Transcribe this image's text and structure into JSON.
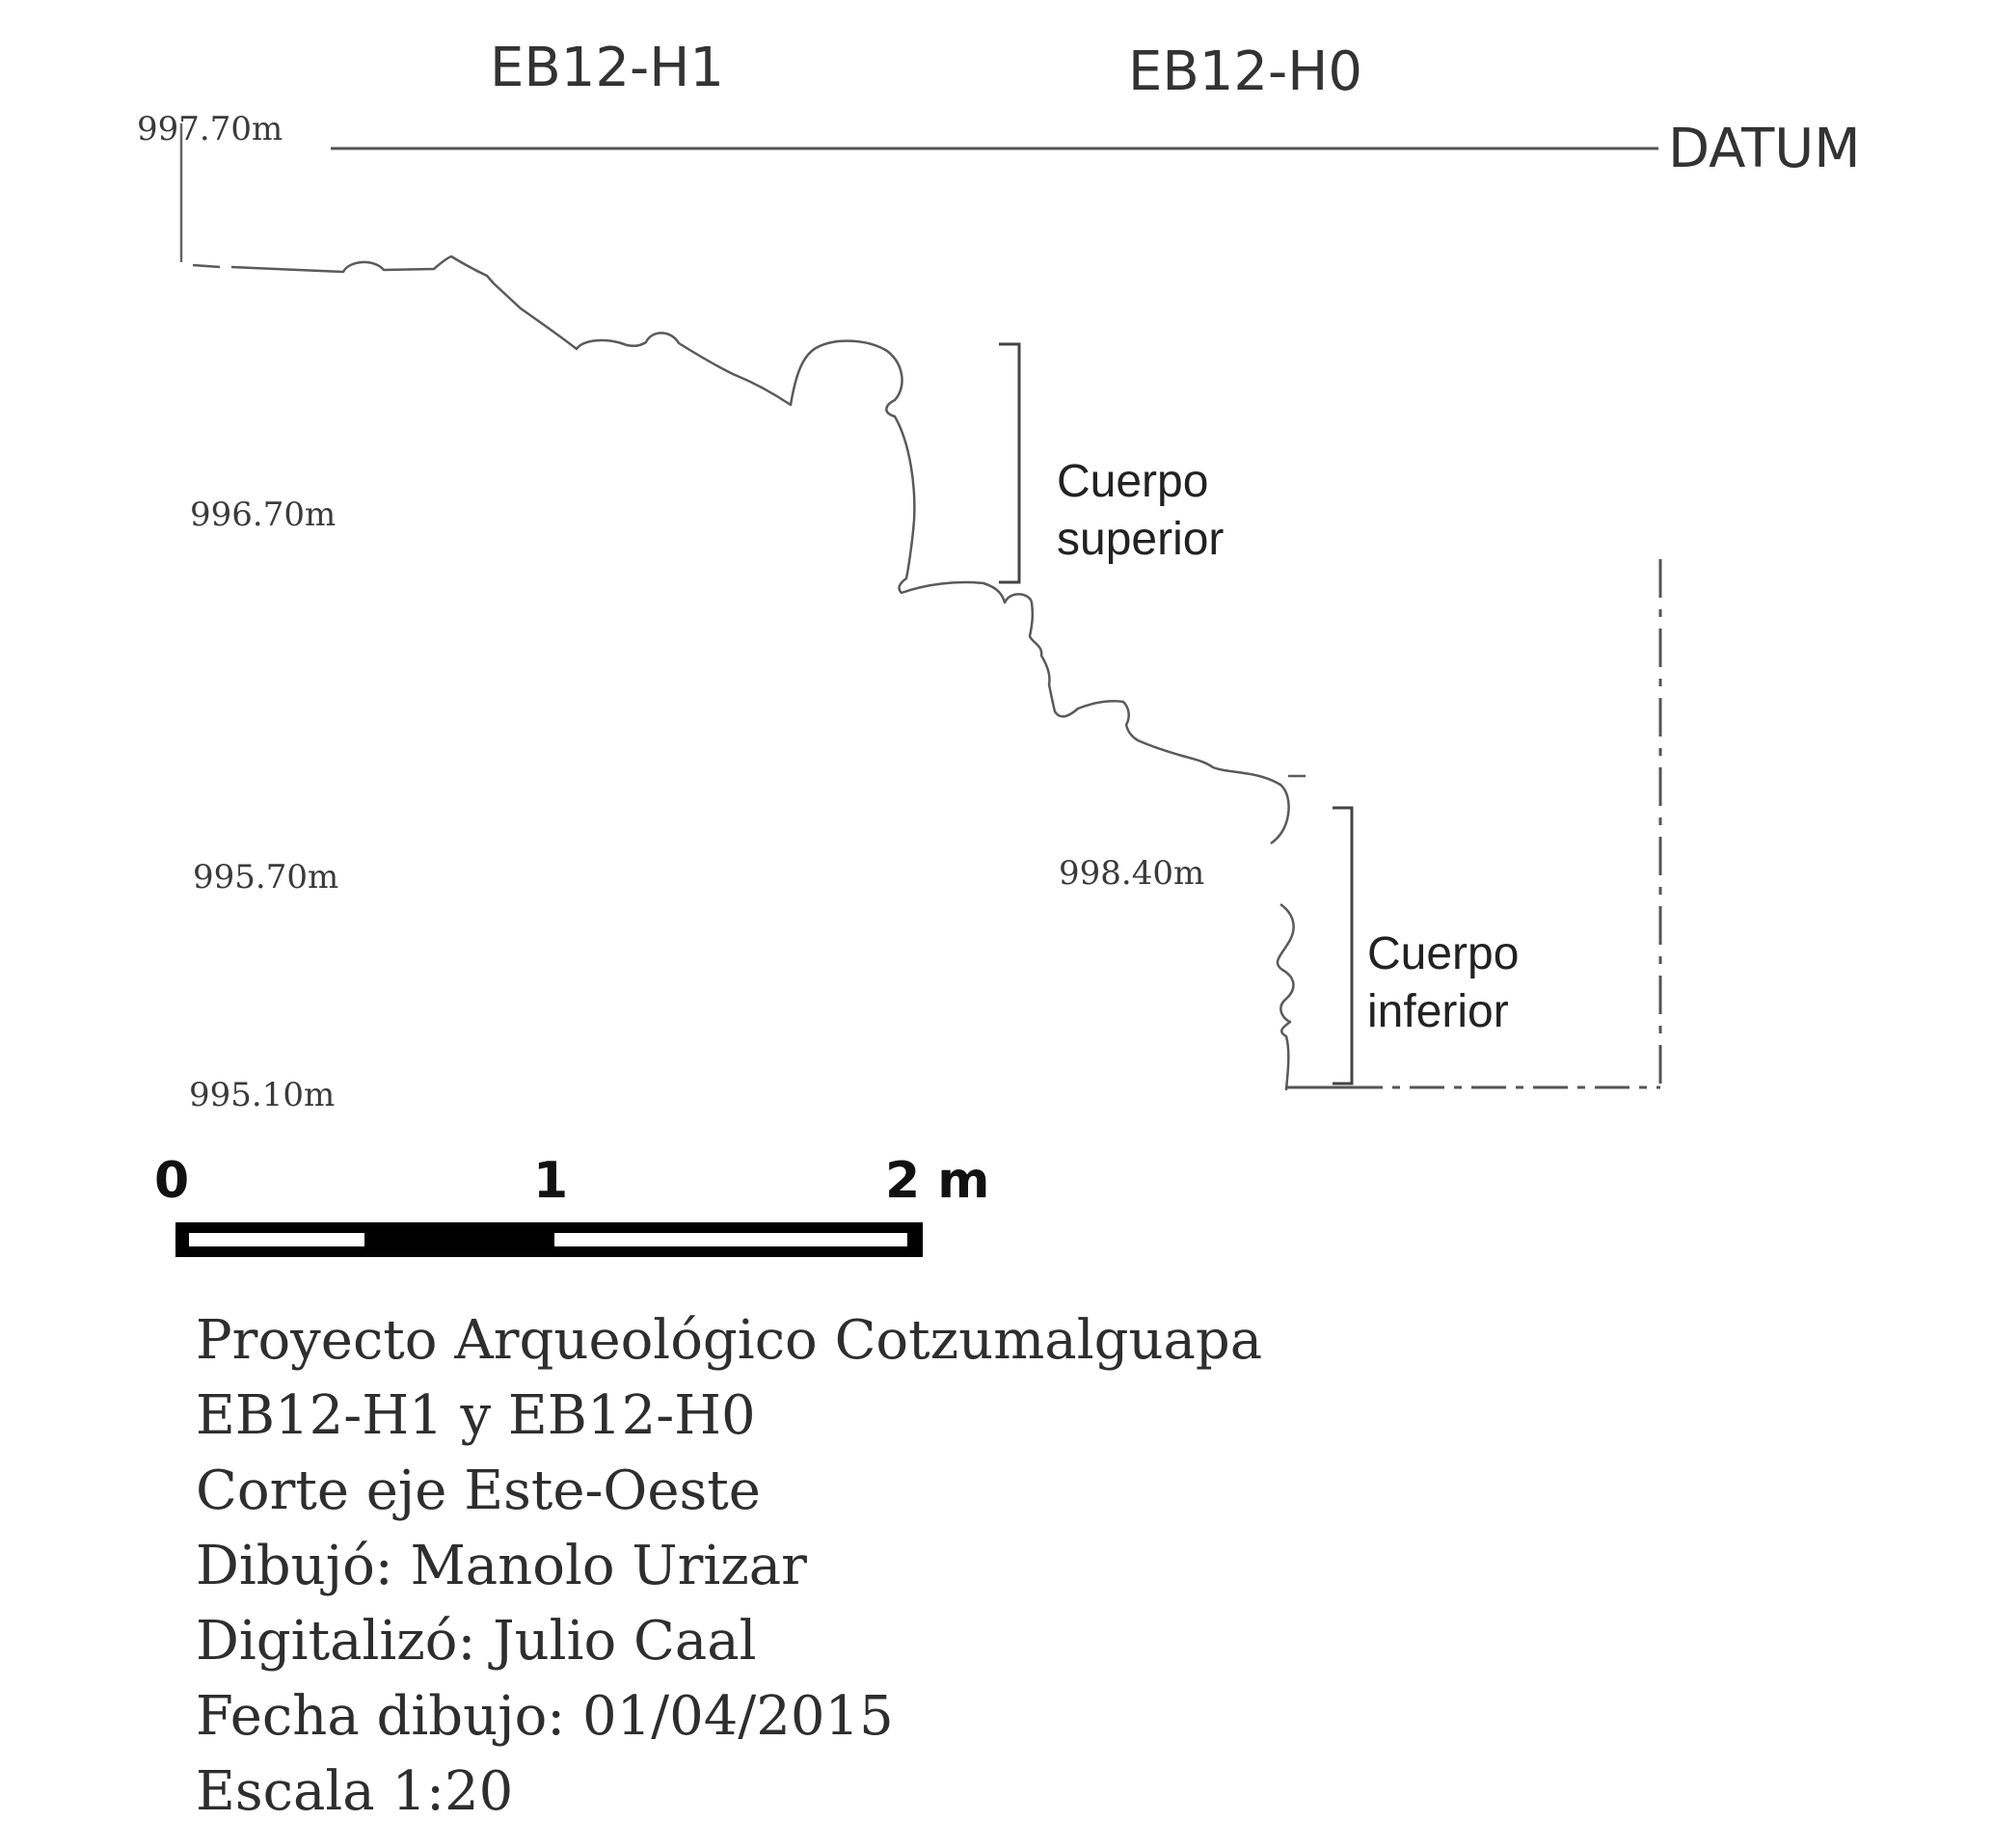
{
  "sections": [
    "EB12-H1",
    "EB12-H0"
  ],
  "datum_label": "DATUM",
  "elevations": {
    "datum": "997.70m",
    "e1": "996.70m",
    "e2": "995.70m",
    "e3": "995.10m",
    "inner": "998.40m"
  },
  "bodies": {
    "upper": [
      "Cuerpo",
      "superior"
    ],
    "lower": [
      "Cuerpo",
      "inferior"
    ]
  },
  "scale_bar": {
    "tick_0": "0",
    "tick_1": "1",
    "tick_2": "2 m"
  },
  "caption": [
    "Proyecto Arqueológico Cotzumalguapa",
    "EB12-H1 y EB12-H0",
    "Corte eje Este-Oeste",
    "Dibujó: Manolo Urizar",
    "Digitalizó: Julio Caal",
    "Fecha dibujo: 01/04/2015",
    "Escala 1:20"
  ]
}
